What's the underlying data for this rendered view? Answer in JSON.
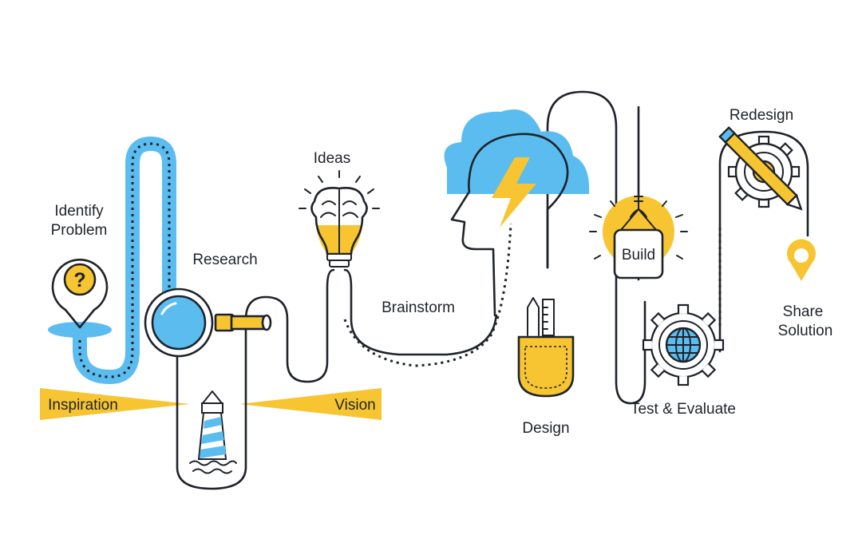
{
  "diagram": {
    "steps": {
      "identify_problem": [
        "Identify",
        "Problem"
      ],
      "research": "Research",
      "ideas": "Ideas",
      "brainstorm": "Brainstorm",
      "inspiration": "Inspiration",
      "vision": "Vision",
      "design": "Design",
      "build": "Build",
      "test_evaluate": "Test & Evaluate",
      "redesign": "Redesign",
      "share_solution": [
        "Share",
        "Solution"
      ]
    },
    "question_mark": "?",
    "colors": {
      "blue": "#5bbcf0",
      "yellow": "#f7c531",
      "line": "#1f2329"
    },
    "icons": [
      "question-pin-icon",
      "magnifier-icon",
      "flashlight-icon",
      "lighthouse-icon",
      "brain-bulb-icon",
      "head-icon",
      "cloud-icon",
      "lightning-icon",
      "pocket-tools-icon",
      "build-sign-icon",
      "globe-gear-icon",
      "pencil-gear-icon",
      "location-pin-icon"
    ]
  }
}
